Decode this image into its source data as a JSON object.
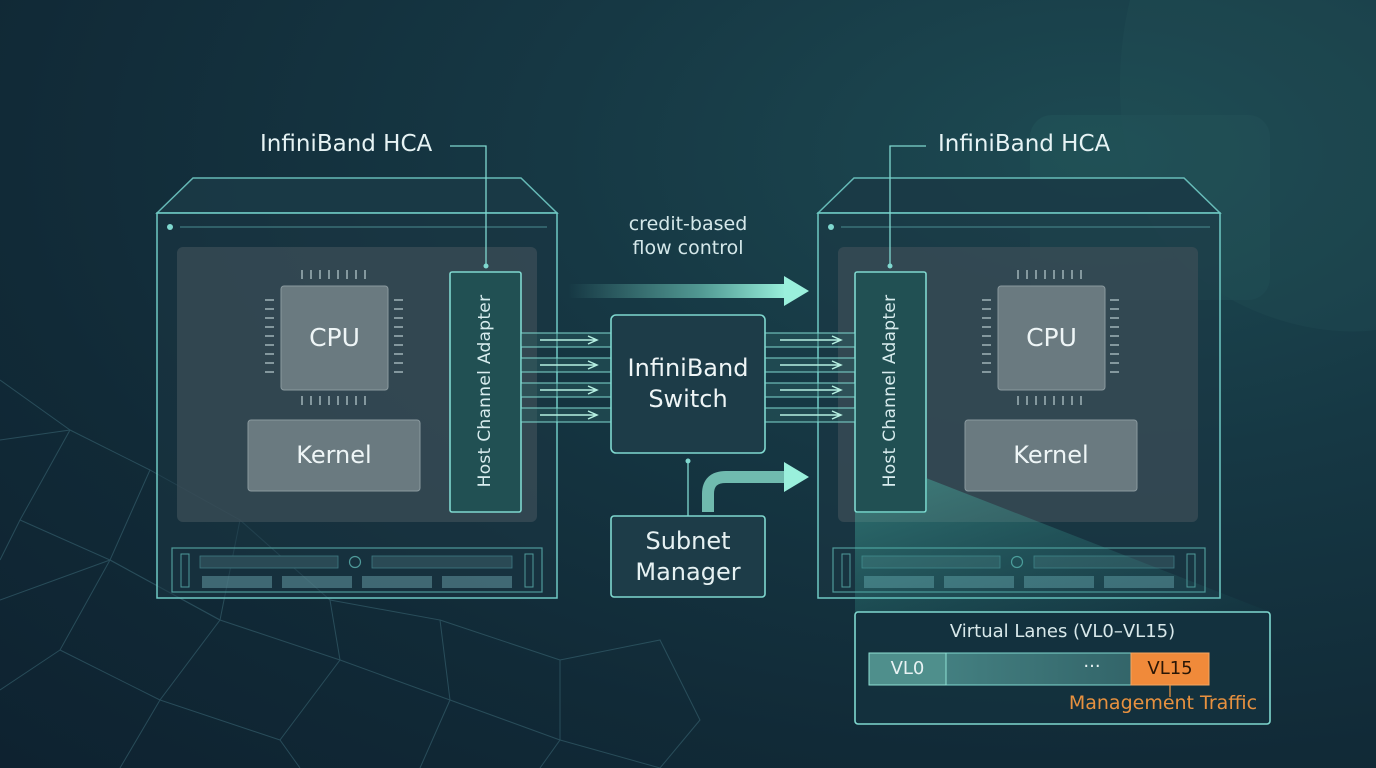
{
  "hca_label_left": "InfiniBand HCA",
  "hca_label_right": "InfiniBand HCA",
  "flow_control_label": "credit-based\nflow control",
  "left_server": {
    "cpu_label": "CPU",
    "kernel_label": "Kernel",
    "adapter_label": "Host Channel Adapter"
  },
  "right_server": {
    "cpu_label": "CPU",
    "kernel_label": "Kernel",
    "adapter_label": "Host Channel Adapter"
  },
  "switch_label": "InfiniBand\nSwitch",
  "subnet_manager_label": "Subnet\nManager",
  "virtual_lanes": {
    "title": "Virtual Lanes (VL0–VL15)",
    "first_lane": "VL0",
    "ellipsis": "···",
    "last_lane": "VL15",
    "last_lane_note": "Management Traffic"
  },
  "colors": {
    "background": "#112a37",
    "outline": "#6fc9c4",
    "accent_arrow": "#7fe3cf",
    "chip_fill": "#6a7a80",
    "vl15_fill": "#f08a3a",
    "management_text": "#e8913f"
  }
}
